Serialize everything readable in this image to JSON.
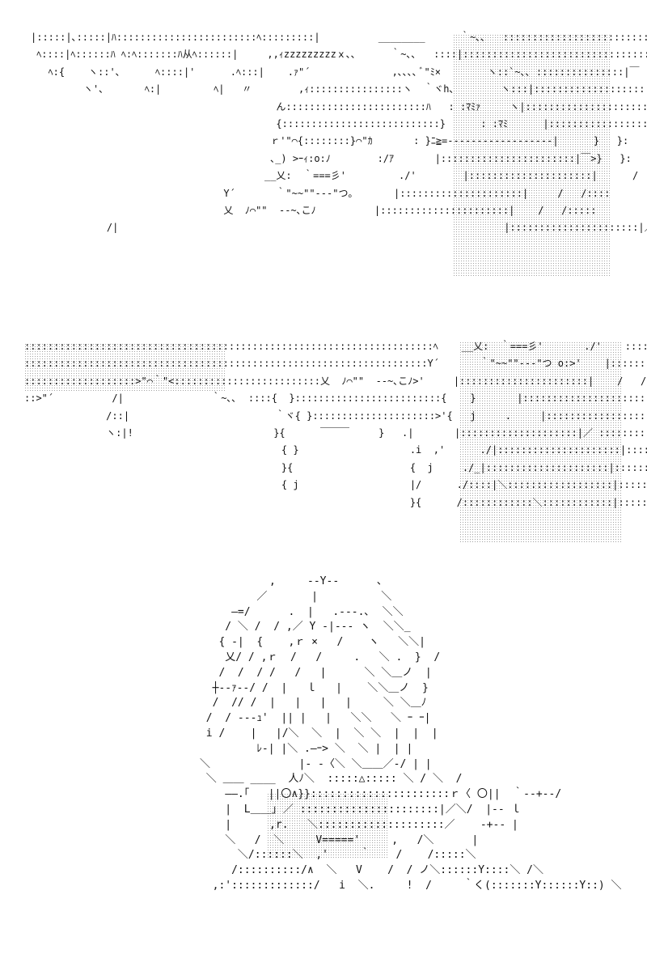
{
  "panels": [
    {
      "id": "panel-1",
      "art": "|:::::|､:::::|ﾊ::::::::::::::::::::::::ﾍ:::::::::|          ________      ｀~､､   ::::::::::::::::::::::::::|:::::::::::::::::::::::::::::::::::::::::::::::\n ﾍ::::|ﾍ::::::ﾊ ﾍ:ﾍ:::::::ﾊ从ﾍ::::::|     ,,ｨzzzzzzzzzｘ､､      ｀~､､   ::::|:::::::::::::::::::::::::::::::::::::::::::::::\n   ﾍ:{    ヽ::'､      ﾍ::::|'      .ﾍ:::|    .ｧ\"´              ,､､､､ ﾞ\"ﾐ×        ヽ::`~､､ :::::::::::::::|￣ ｀＜::::::::\n         ヽ'､       ﾍ:|         ﾍ|   〃        ,ｨ::::::::::::::::ヽ  ｀ヾh､        ヽ:::|:::::::::::::::::::::|￣>､ ヽ::::\n                                          ん::::::::::::::::::::::::ﾊ   : :ﾏﾐｧ     ヽ|:::::::::::::::::::::::|   .   /\\    V::\n                                          {:::::::::::::::::::::::::::}      : :ﾏﾐ      |::::::::::::::::::::::::|＿> }   }:\n                                         ｒ'\"⌒{::::::::}⌒\"ｶ       : }ﾆ≧=-‐‐‐‐‐‐‐‐‐‐‐‐‐‐‐‐‐|      }   }:\n                                         ､_) >ｰｨ:o:ﾉ        :/ｱ       |:::::::::::::::::::::::|￣>}   }:\n                                        __乂:  ｀===彡'         ./'        |:::::::::::::::::::::|      /   /:::\n                                 Y´       ｀\"~~\"\"‐‐‐\"つ｡       |:::::::::::::::::::::|     /   /::::\n                                 乂  ﾉ⌒\"\"  ‐‐~､こﾉ          |::::::::::::::::::::::|    /   /:::::\n             /|                                                                  |::::::::::::::::::::::|／   ./::::::::"
    },
    {
      "id": "panel-2",
      "art": "::::::::::::::::::::::::::::::::::::::::::::::::::::::::::::::::::::::ﾍ    __乂:  ｀===彡'       ./'    ::::::::|:::::::::::::::::::::|      /   /:::\n:::::::::::::::::::::::::::::::::::::::::::::::::::::::::::::::::::::Y´       ｀\"~~\"\"‐‐‐\"つ o:>'    |:::::::::::::::::::::|     /   /::::\n:::::::::::::::::::>\"⌒｀\"<:::::::::::::::::::::::::乂  ﾉ⌒\"\"  ‐‐~､こﾉ>'     |::::::::::::::::::::::|    /   /:::::\n::>\"´          /|               ｀~､､  ::::{  }:::::::::::::::::::::::::{    }       |:::::::::::::::::::::|／   ./::::::::\n              /::|                         ｀ヾ{ }:::::::::::::::::::::>'{   j     .     |:::::::::::::::::::::|    ／::::::::::::\n              ヽ:|!                        }{      ￣￣￣     }   .|       |::::::::::::::::::::|／ :::::::::::::::\n                                            { }                   .i  ,'      ./|:::::::::::::::::::::|::::::::::::::::::::::\n                                            }{                    {  j     ./_|:::::::::::::::::::::|::::::::::::::::::::::\n                                            { j                   |/      ./::::|＼::::::::::::::::::|:::::::::::::::::::::::\n                                                                  }{      /::::::::::::＼::::::::::::|:::::::::::::::::::::::"
    },
    {
      "id": "panel-3",
      "art": "                 ,     ‐‐Y‐‐      ､\n               ／       |          ＼\n           ―=/      .  |   .‐‐‐.､  ＼＼\n          / ＼ /  / ,／ Y ‐|‐‐‐ ヽ  ＼＼_\n         { ‐|  {    ,ｒ ×   /    ヽ   ＼＼|\n          乂/ / ,ｒ  /   /     .   ＼ .  }  /\n         /  /  / /   /   |      ＼ ＼＿ノ  |\n        ┼‐‐ｧ‐‐/ /  |   ｌ   |    ＼＼＿ノ  }\n        /  // /  |   |   |   |     ＼ ＼＿ﾉ\n       /  / ‐‐‐ｭ'  || |   |   ＼＼   ＼ ｰ ｰ|\n       i /    |   |/＼  ＼  |  ＼ ＼  |  |  |\n               ﾚ-| |＼ .―ｰ> ＼  ＼ |  | |\n      ＼              |‐ ‐〈＼ ＼＿＿／‐/ | |\n       ＼ ＿＿ ____  人ﾉ＼  :::::△::::: ＼ / ＼  /\n          ――.｢   ||〇∧}}::::::::::::::::::::::ｒ〈 〇||  ｀‐‐+‐‐/\n          |  L＿＿｣ ／ ::::::::::::::::::::::|／＼/  |‐‐ ｌ\n          |      ,r.   ＼::::::::::::::::::::／    ‐+‐‐ |\n          ＼   /  ＼     V====='     ,   /＼      |\n            ＼/::::::＼  ,'     ｀    /    /:::::＼\n           /::::::::::/∧  ＼   V    /  / ノ＼::::::Y::::＼ /＼\n        ,:':::::::::::::/   i  ＼.     !  /     ｀く(:::::::Y::::::Y::) ＼"
    }
  ]
}
